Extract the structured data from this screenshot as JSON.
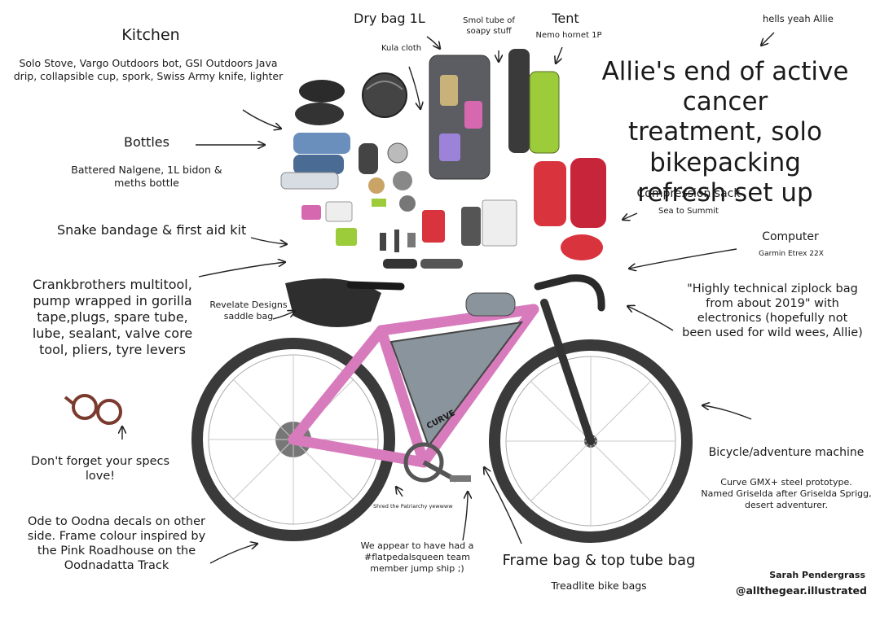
{
  "title": "Allie's end of active cancer\ntreatment, solo bikepacking\nrefresh set up",
  "note_top_right": "hells yeah Allie",
  "kitchen": {
    "heading": "Kitchen",
    "items": "Solo Stove, Vargo Outdoors bot, GSI Outdoors Java\ndrip, collapsible cup, spork, Swiss Army knife, lighter"
  },
  "bottles": {
    "heading": "Bottles",
    "items": "Battered Nalgene, 1L bidon &\nmeths bottle"
  },
  "first_aid": "Snake bandage & first aid kit",
  "tools": "Crankbrothers multitool,\npump wrapped in gorilla\ntape,plugs, spare tube,\nlube, sealant, valve core\ntool, pliers, tyre levers",
  "saddle_bag": "Revelate Designs\nsaddle bag",
  "specs": "Don't forget your specs love!",
  "decals": "Ode to Oodna decals on other\nside. Frame colour inspired by\nthe Pink Roadhouse on the\nOodnadatta Track",
  "dry_bag": "Dry bag 1L",
  "kula": "Kula cloth",
  "soap": "Smol tube of\nsoapy stuff",
  "tent": {
    "heading": "Tent",
    "model": "Nemo hornet 1P"
  },
  "compression": {
    "heading": "Compression sack",
    "brand": "Sea to Summit"
  },
  "computer": {
    "heading": "Computer",
    "model": "Garmin Etrex 22X"
  },
  "ziplock": "\"Highly technical ziplock bag\nfrom about 2019\" with\nelectronics (hopefully not\nbeen used for wild wees, Allie)",
  "bicycle": {
    "heading": "Bicycle/adventure machine",
    "details": "Curve GMX+ steel prototype.\nNamed Griselda after Griselda Sprigg,\ndesert adventurer."
  },
  "frame_bag": {
    "heading": "Frame bag & top tube bag",
    "brand": "Treadlite bike bags"
  },
  "flat_pedals": "We appear to have had a\n#flatpedalsqueen team\nmember jump ship ;)",
  "patriarchy": "Shred the Patriarchy yewwww",
  "frame_brand": "CURVE",
  "signature": {
    "name": "Sarah Pendergrass",
    "handle": "@allthegear.illustrated"
  },
  "colors": {
    "frame": "#d87bbd",
    "bags": "#8a949c",
    "red_gear": "#d9343d",
    "green_gear": "#9ccc3a",
    "tyre": "#3a3a3a",
    "ink": "#1a1a1a"
  }
}
